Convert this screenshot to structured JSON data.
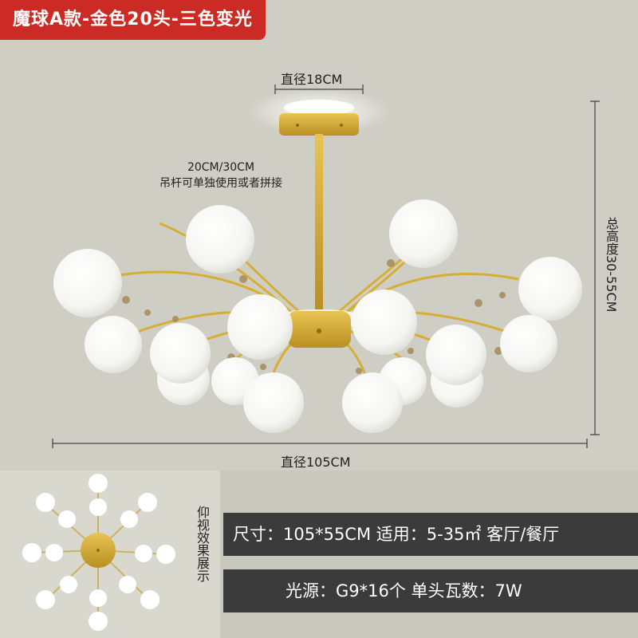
{
  "title": "魔球A款-金色20头-三色变光",
  "dims": {
    "top_diameter": "直径18CM",
    "rod_length": "20CM/30CM",
    "rod_note": "吊杆可单独使用或者拼接",
    "total_height": "总高度30-55CM",
    "width": "直径105CM"
  },
  "view_label": "仰视效果展示",
  "specs": {
    "line1": "尺寸：105*55CM  适用：5-35㎡  客厅/餐厅",
    "line2": "光源：G9*16个  单头瓦数：7W"
  },
  "colors": {
    "background": "#c9c8be",
    "gold": "#d9b23c",
    "badge": "#cc2a24",
    "info_bar": "#3b3b3b"
  },
  "icons": [
    "chandelier-image",
    "bottom-view-image"
  ]
}
